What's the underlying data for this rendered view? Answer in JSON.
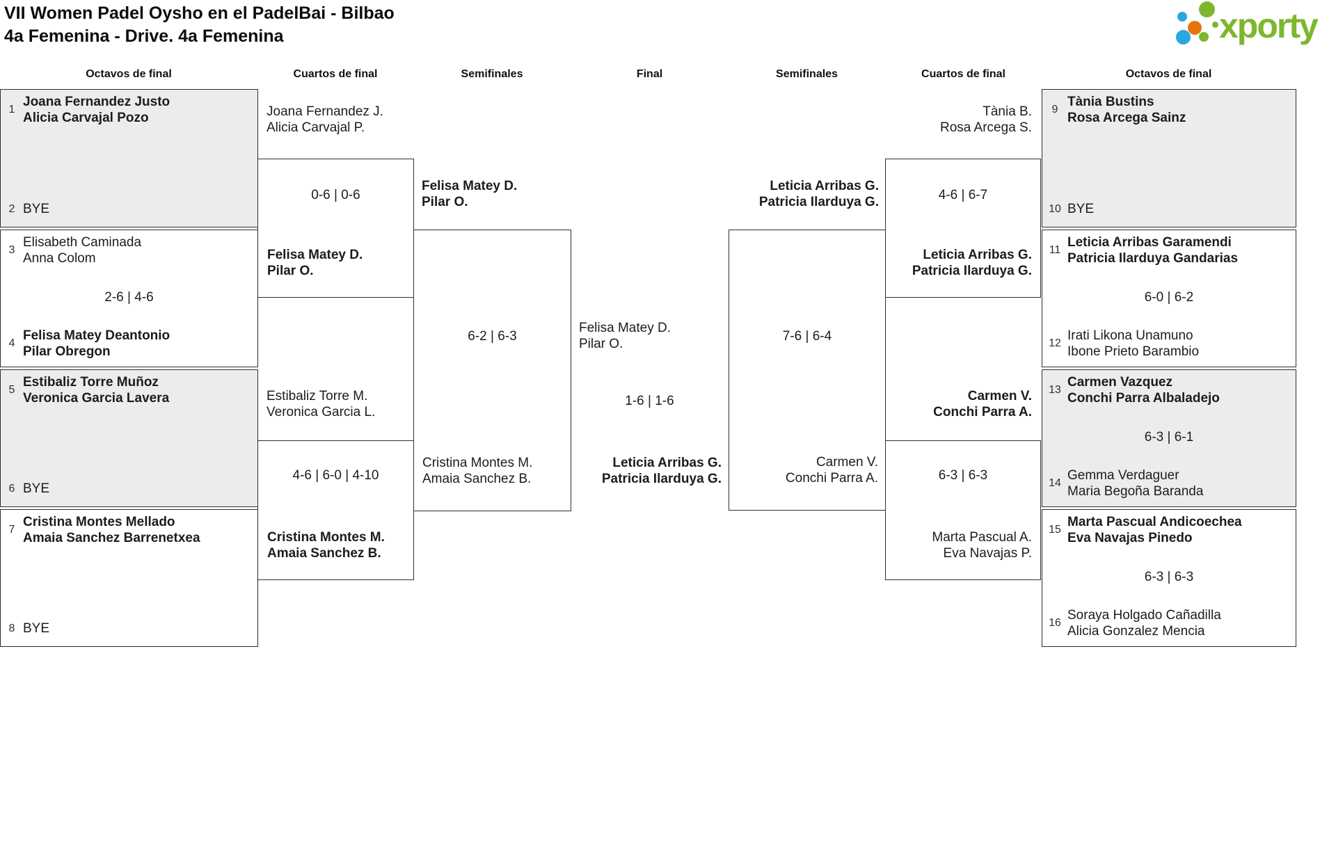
{
  "title": {
    "line1": "VII Women Padel Oysho en el PadelBai - Bilbao",
    "line2": "4a Femenina - Drive. 4a Femenina"
  },
  "logo": {
    "text": "xporty"
  },
  "round_headers": {
    "l_oct": "Octavos de final",
    "l_q": "Cuartos de final",
    "l_sf": "Semifinales",
    "final": "Final",
    "r_sf": "Semifinales",
    "r_q": "Cuartos de final",
    "r_oct": "Octavos de final"
  },
  "matches": {
    "lo1": {
      "seed_top": "1",
      "top1": "Joana Fernandez Justo",
      "top2": "Alicia Carvajal Pozo",
      "seed_bot": "2",
      "bot1": "BYE"
    },
    "lo2": {
      "seed_top": "3",
      "top1": "Elisabeth Caminada",
      "top2": "Anna Colom",
      "score": "2-6 | 4-6",
      "seed_bot": "4",
      "bot1": "Felisa Matey Deantonio",
      "bot2": "Pilar Obregon"
    },
    "lo3": {
      "seed_top": "5",
      "top1": "Estibaliz Torre Muñoz",
      "top2": "Veronica Garcia Lavera",
      "seed_bot": "6",
      "bot1": "BYE"
    },
    "lo4": {
      "seed_top": "7",
      "top1": "Cristina Montes Mellado",
      "top2": "Amaia Sanchez Barrenetxea",
      "seed_bot": "8",
      "bot1": "BYE"
    },
    "lq1": {
      "top1": "Joana Fernandez J.",
      "top2": "Alicia Carvajal P.",
      "score": "0-6 | 0-6",
      "bot1": "Felisa Matey D.",
      "bot2": "Pilar O."
    },
    "lq2": {
      "top1": "Estibaliz Torre M.",
      "top2": "Veronica Garcia L.",
      "score": "4-6 | 6-0 | 4-10",
      "bot1": "Cristina Montes M.",
      "bot2": "Amaia Sanchez B."
    },
    "lsf": {
      "top1": "Felisa Matey D.",
      "top2": "Pilar O.",
      "score": "6-2 | 6-3",
      "bot1": "Cristina Montes M.",
      "bot2": "Amaia Sanchez B."
    },
    "final": {
      "top1": "Felisa Matey D.",
      "top2": "Pilar O.",
      "score": "1-6 | 1-6",
      "bot1": "Leticia Arribas G.",
      "bot2": "Patricia Ilarduya G."
    },
    "rsf": {
      "top1": "Leticia Arribas G.",
      "top2": "Patricia Ilarduya G.",
      "score": "7-6 | 6-4",
      "bot1": "Carmen V.",
      "bot2": "Conchi Parra A."
    },
    "rq1": {
      "top1": "Tània B.",
      "top2": "Rosa Arcega S.",
      "score": "4-6 | 6-7",
      "bot1": "Leticia Arribas G.",
      "bot2": "Patricia Ilarduya G."
    },
    "rq2": {
      "top1": "Carmen V.",
      "top2": "Conchi Parra A.",
      "score": "6-3 | 6-3",
      "bot1": "Marta Pascual A.",
      "bot2": "Eva Navajas P."
    },
    "ro1": {
      "seed_top": "9",
      "top1": "Tània Bustins",
      "top2": "Rosa Arcega Sainz",
      "seed_bot": "10",
      "bot1": "BYE"
    },
    "ro2": {
      "seed_top": "11",
      "top1": "Leticia Arribas Garamendi",
      "top2": "Patricia Ilarduya Gandarias",
      "score": "6-0 | 6-2",
      "seed_bot": "12",
      "bot1": "Irati Likona Unamuno",
      "bot2": "Ibone Prieto Barambio"
    },
    "ro3": {
      "seed_top": "13",
      "top1": "Carmen Vazquez",
      "top2": "Conchi Parra Albaladejo",
      "score": "6-3 | 6-1",
      "seed_bot": "14",
      "bot1": "Gemma Verdaguer",
      "bot2": "Maria Begoña Baranda"
    },
    "ro4": {
      "seed_top": "15",
      "top1": "Marta Pascual Andicoechea",
      "top2": "Eva Navajas Pinedo",
      "score": "6-3 | 6-3",
      "seed_bot": "16",
      "bot1": "Soraya Holgado Cañadilla",
      "bot2": "Alicia Gonzalez Mencia"
    }
  },
  "colors": {
    "logo_green": "#7CB72E",
    "logo_blue": "#29A8E0",
    "logo_orange": "#E8740C",
    "box_gray": "#ececec",
    "line": "#2f2f2f"
  }
}
